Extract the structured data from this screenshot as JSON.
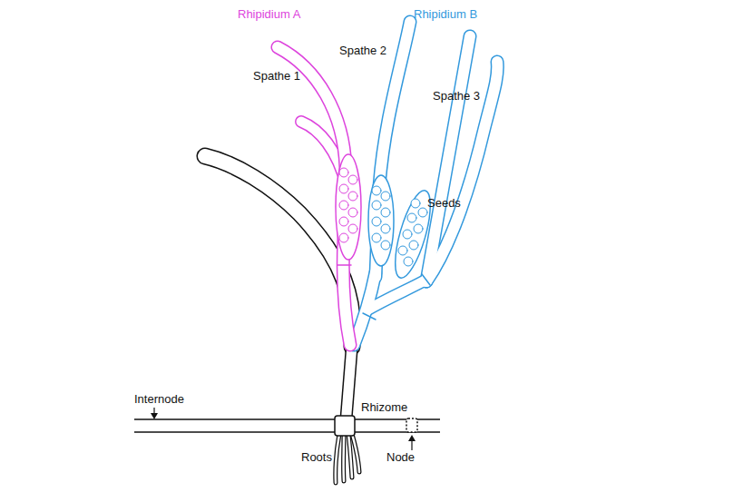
{
  "diagram": {
    "labels": [
      "Rhipidium A",
      "Rhipidium B",
      "Spathe 1",
      "Spathe 2",
      "Spathe 3",
      "Seeds",
      "Internode",
      "Rhizome",
      "Roots",
      "Node"
    ]
  }
}
